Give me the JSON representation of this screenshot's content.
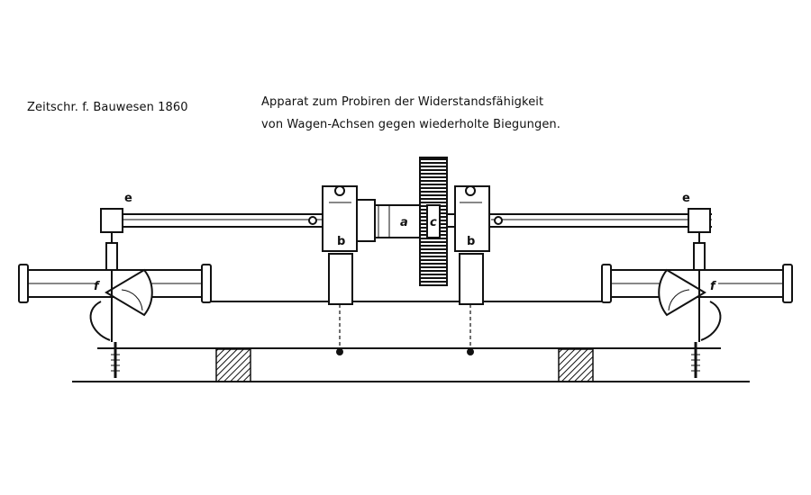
{
  "caption": {
    "source": "Zeitschr. f. Bauwesen 1860",
    "title_line1": "Apparat zum Probiren der Widerstandsfähigkeit",
    "title_line2": "von Wagen-Achsen gegen wiederholte Biegungen."
  },
  "labels": {
    "e_left": "e",
    "e_right": "e",
    "a": "a",
    "b_left": "b",
    "b_right": "b",
    "c": "c",
    "f_left": "f",
    "f_right": "f"
  },
  "colors": {
    "ink": "#111111",
    "paper": "#ffffff"
  }
}
